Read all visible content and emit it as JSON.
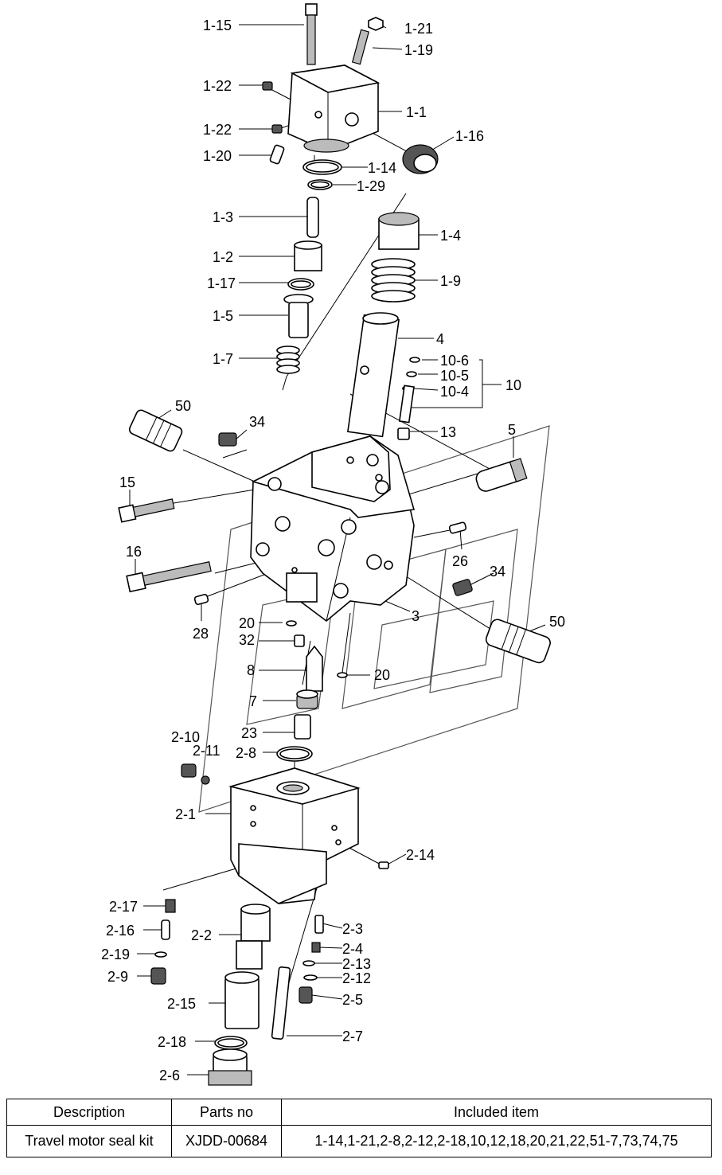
{
  "callouts": [
    "1-15",
    "1-21",
    "1-19",
    "1-22",
    "1-1",
    "1-22",
    "1-16",
    "1-20",
    "1-14",
    "1-29",
    "1-3",
    "1-4",
    "1-2",
    "1-9",
    "1-17",
    "1-5",
    "4",
    "10-6",
    "1-7",
    "10-5",
    "10",
    "10-4",
    "50",
    "34",
    "13",
    "5",
    "15",
    "26",
    "16",
    "34",
    "3",
    "50",
    "28",
    "20",
    "32",
    "8",
    "20",
    "7",
    "23",
    "2-10",
    "2-11",
    "2-8",
    "2-1",
    "2-14",
    "2-17",
    "2-3",
    "2-16",
    "2-2",
    "2-4",
    "2-19",
    "2-13",
    "2-9",
    "2-12",
    "2-15",
    "2-5",
    "2-18",
    "2-7",
    "2-6"
  ],
  "table": {
    "headers": [
      "Description",
      "Parts no",
      "Included item"
    ],
    "rows": [
      [
        "Travel motor seal kit",
        "XJDD-00684",
        "1-14,1-21,2-8,2-12,2-18,10,12,18,20,21,22,51-7,73,74,75"
      ]
    ]
  }
}
